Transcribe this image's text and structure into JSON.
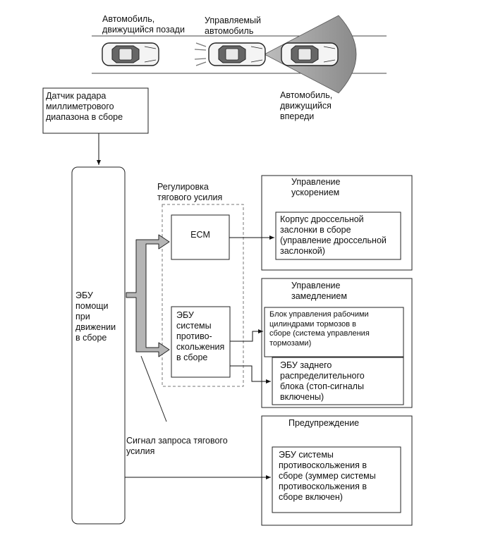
{
  "cars": {
    "behind_label": "Автомобиль,\nдвижущийся позади",
    "controlled_label": "Управляемый\nавтомобиль",
    "ahead_label": "Автомобиль,\nдвижущийся\nвпереди"
  },
  "radar_sensor": "Датчик радара\nмиллиметрового\nдиапазона в сборе",
  "assist_ecu": "ЭБУ\nпомощи\nпри\nдвижении\nв сборе",
  "traction_group": {
    "title": "Регулировка\nтягового усилия",
    "ecm": "ECM",
    "skid_ecu": "ЭБУ\nсистемы\nпротиво-\nскольжения\nв сборе"
  },
  "acceleration": {
    "title": "Управление\nускорением",
    "throttle": "Корпус дроссельной\nзаслонки в сборе\n(управление дроссельной\nзаслонкой)"
  },
  "deceleration": {
    "title": "Управление\nзамедлением",
    "brake_actuator": "Блок управления рабочими\nцилиндрами тормозов в\nсборе (система управления\nтормозами)",
    "rear_junction": "ЭБУ заднего\nраспределительного\nблока (стоп-сигналы\nвключены)"
  },
  "warning": {
    "title": "Предупреждение",
    "collision_ecu": "ЭБУ системы\nпротивоскольжения в\nсборе (зуммер системы\nпротивоскольжения в\nсборе включен)"
  },
  "traction_request_label": "Сигнал запроса тягового\nусилия"
}
